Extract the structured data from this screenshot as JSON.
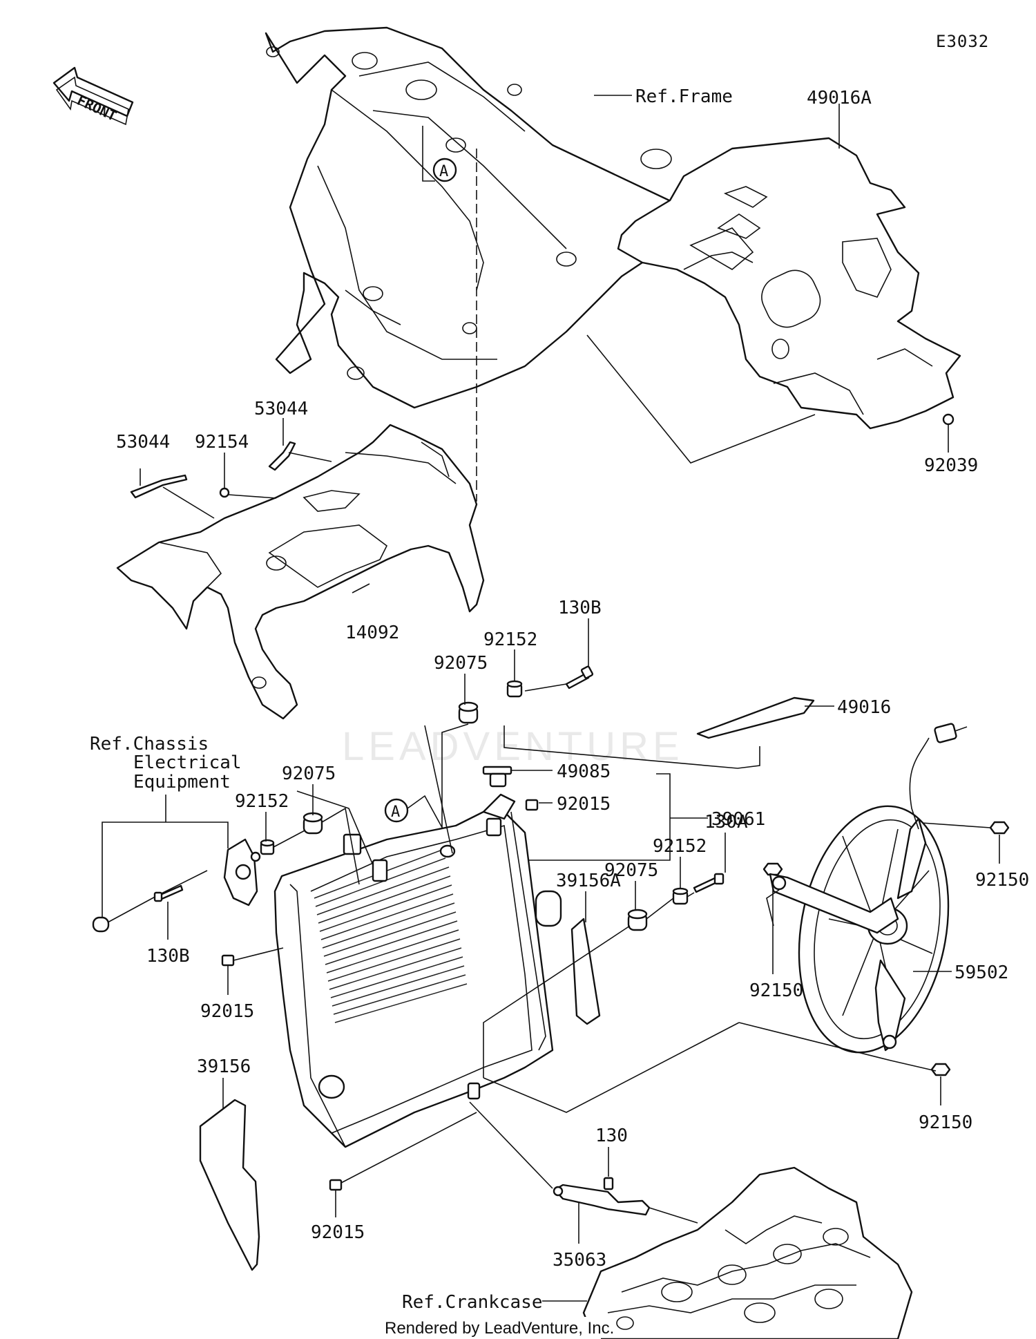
{
  "diagram": {
    "code": "E3032",
    "front_label": "FRONT",
    "watermark": "LEADVENTURE",
    "footer": "Rendered by LeadVenture, Inc.",
    "refs": {
      "frame": "Ref.Frame",
      "chassis_line1": "Ref.Chassis",
      "chassis_line2": "Electrical",
      "chassis_line3": "Equipment",
      "crankcase": "Ref.Crankcase"
    },
    "callout": "A",
    "parts": {
      "p49016A": "49016A",
      "p92039": "92039",
      "p53044_left": "53044",
      "p53044_top": "53044",
      "p92154": "92154",
      "p14092": "14092",
      "p130B_top": "130B",
      "p92152_top": "92152",
      "p92075_top": "92075",
      "p49016": "49016",
      "p92075_left": "92075",
      "p92152_left": "92152",
      "p130B_left": "130B",
      "p49085": "49085",
      "p92015_cap": "92015",
      "p39061": "39061",
      "p39156A": "39156A",
      "p92150_top": "92150",
      "p130A": "130A",
      "p92152_right": "92152",
      "p92075_right": "92075",
      "p92150_mid": "92150",
      "p59502": "59502",
      "p92150_bottom": "92150",
      "p92015_left": "92015",
      "p39156": "39156",
      "p130": "130",
      "p35063": "35063",
      "p92015_bottom": "92015"
    }
  }
}
